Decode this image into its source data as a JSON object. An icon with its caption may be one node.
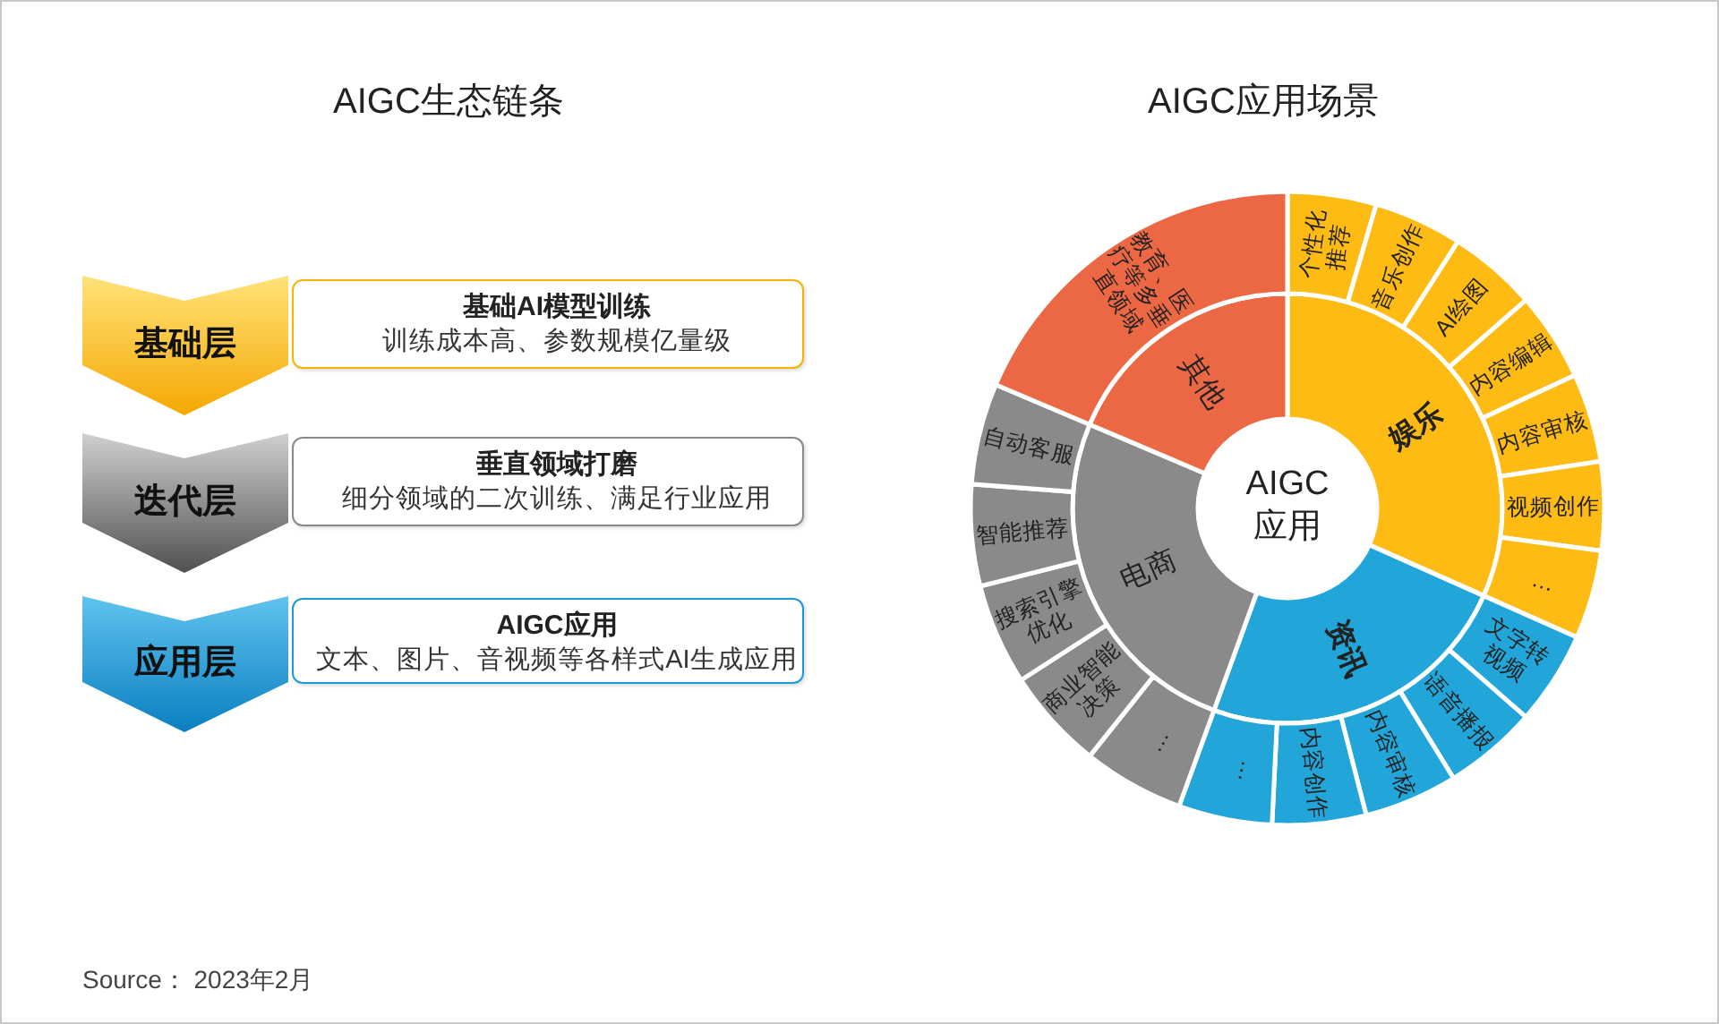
{
  "diagram": {
    "nodes": [
      {
        "text": [
          "基础层"
        ]
      },
      {
        "text": [
          "基础AI模型训练",
          "训练成本高、参数规模亿量级"
        ]
      },
      {
        "text": [
          "迭代层"
        ]
      },
      {
        "text": [
          "垂直领域打磨",
          "细分领域的二次训练、满足行业应用"
        ]
      },
      {
        "text": [
          "应用层"
        ]
      },
      {
        "text": [
          "AIGC应用",
          "文本、图片、音视频等各样式AI生成应用"
        ]
      },
      {
        "text": [
          "AIGC 应用"
        ]
      },
      {
        "text": [
          "娱乐"
        ]
      },
      {
        "text": [
          "资讯"
        ]
      },
      {
        "text": [
          "电商"
        ]
      },
      {
        "text": [
          "其他"
        ]
      },
      {
        "text": [
          "个性化推荐"
        ]
      },
      {
        "text": [
          "音乐创作"
        ]
      },
      {
        "text": [
          "AI绘图"
        ]
      },
      {
        "text": [
          "内容编辑"
        ]
      },
      {
        "text": [
          "内容审核"
        ]
      },
      {
        "text": [
          "视频创作"
        ]
      },
      {
        "text": [
          "…"
        ]
      },
      {
        "text": [
          "文字转视频"
        ]
      },
      {
        "text": [
          "语音播报"
        ]
      },
      {
        "text": [
          "内容审核"
        ]
      },
      {
        "text": [
          "内容创作"
        ]
      },
      {
        "text": [
          "…"
        ]
      },
      {
        "text": [
          "…"
        ]
      },
      {
        "text": [
          "商业智能决策"
        ]
      },
      {
        "text": [
          "搜索引擎优化"
        ]
      },
      {
        "text": [
          "智能推荐"
        ]
      },
      {
        "text": [
          "自动客服"
        ]
      },
      {
        "text": [
          "教育、医疗等多垂直领域"
        ]
      }
    ],
    "labels": [
      "AIGC生态链条",
      "AIGC应用场景",
      "Source： 2023年2月"
    ]
  }
}
